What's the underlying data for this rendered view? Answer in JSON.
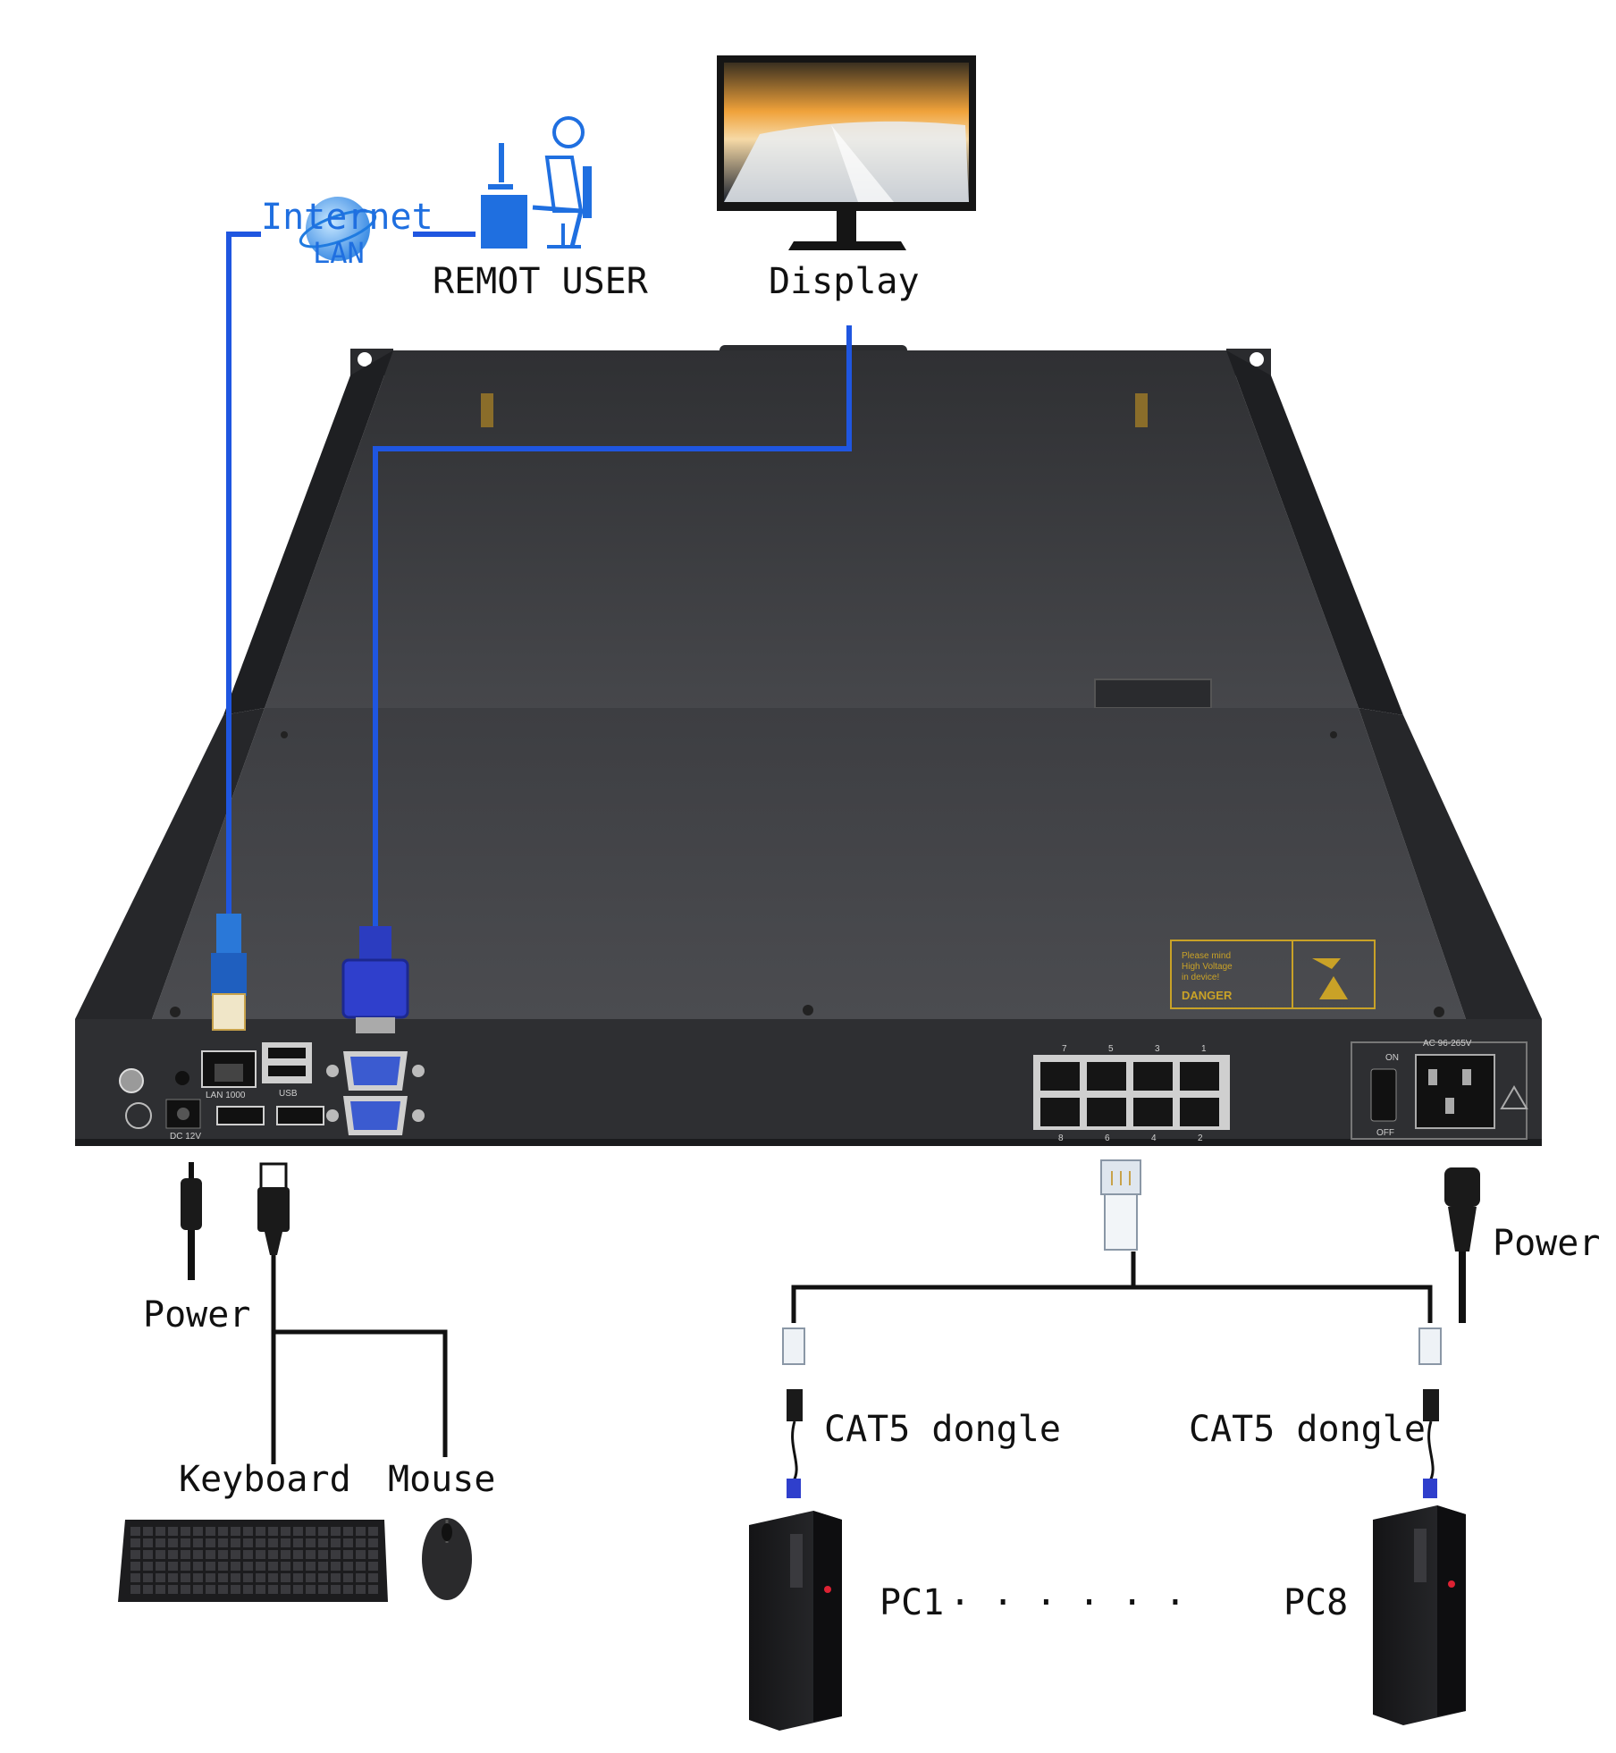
{
  "labels": {
    "internet": "Internet",
    "lan": "LAN",
    "remote_user": "REMOT USER",
    "display": "Display",
    "power_left": "Power",
    "power_right": "Power",
    "keyboard": "Keyboard",
    "mouse": "Mouse",
    "cat5_left": "CAT5 dongle",
    "cat5_right": "CAT5 dongle",
    "pc1": "PC1",
    "dots": "· · · · · ·",
    "pc8": "PC8"
  },
  "panel": {
    "lan_port": "LAN 1000",
    "usb_port": "USB",
    "dc_port": "DC 12V",
    "ac_label": "AC 96-265V",
    "switch_on": "ON",
    "switch_off": "OFF",
    "port_numbers_top": [
      "7",
      "5",
      "3",
      "1"
    ],
    "port_numbers_bottom": [
      "8",
      "6",
      "4",
      "2"
    ],
    "danger_title": "DANGER",
    "danger_line1": "Please mind",
    "danger_line2": "High Voltage",
    "danger_line3": "in device!"
  },
  "colors": {
    "cable_blue": "#1f56e0",
    "chassis": "#3a3b3e",
    "chassis_dark": "#1e1f22",
    "accent_gold": "#c9a227"
  },
  "icons": [
    "internet-globe-icon",
    "remote-user-icon",
    "monitor-icon",
    "rj45-plug-icon",
    "vga-plug-icon",
    "usb-plug-icon",
    "dc-plug-icon",
    "power-cord-icon",
    "keyboard-icon",
    "mouse-icon",
    "cat5-dongle-icon",
    "pc-tower-icon"
  ]
}
